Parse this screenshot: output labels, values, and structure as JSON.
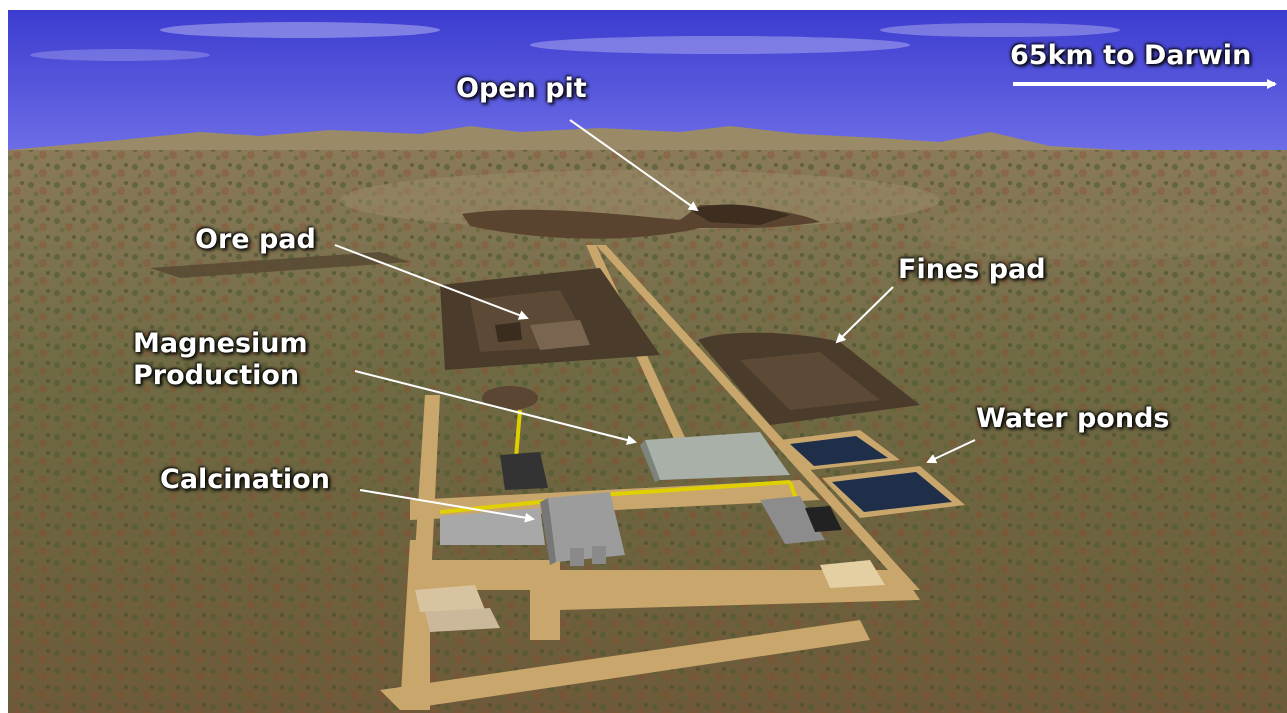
{
  "labels": {
    "distance": "65km to Darwin",
    "open_pit": "Open pit",
    "ore_pad": "Ore pad",
    "fines_pad": "Fines pad",
    "magnesium_production": "Magnesium\nProduction",
    "water_ponds": "Water ponds",
    "calcination": "Calcination"
  },
  "colors": {
    "sky": "#4a4ad8",
    "terrain": "#7d6a45",
    "road": "#c9a66b",
    "pad": "#4b3b2b",
    "water": "#1f2f4a",
    "pipeline": "#f0e000",
    "label_text": "#ffffff"
  }
}
